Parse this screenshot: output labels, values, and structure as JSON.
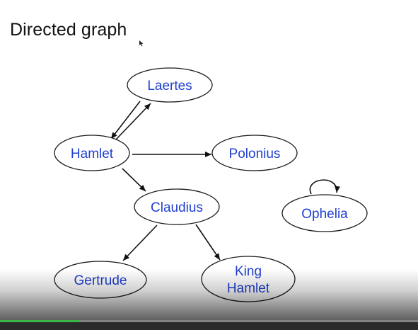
{
  "slide": {
    "title": "Directed graph"
  },
  "colors": {
    "label": "#1f3fd1",
    "edge": "#111111",
    "progress": "#3bb54a"
  },
  "graph": {
    "nodes": [
      {
        "id": "laertes",
        "lines": [
          "Laertes"
        ]
      },
      {
        "id": "hamlet",
        "lines": [
          "Hamlet"
        ]
      },
      {
        "id": "polonius",
        "lines": [
          "Polonius"
        ]
      },
      {
        "id": "claudius",
        "lines": [
          "Claudius"
        ]
      },
      {
        "id": "ophelia",
        "lines": [
          "Ophelia"
        ]
      },
      {
        "id": "gertrude",
        "lines": [
          "Gertrude"
        ]
      },
      {
        "id": "king-hamlet",
        "lines": [
          "King",
          "Hamlet"
        ]
      }
    ],
    "edges": [
      {
        "from": "laertes",
        "to": "hamlet"
      },
      {
        "from": "hamlet",
        "to": "laertes"
      },
      {
        "from": "hamlet",
        "to": "polonius"
      },
      {
        "from": "hamlet",
        "to": "claudius"
      },
      {
        "from": "claudius",
        "to": "gertrude"
      },
      {
        "from": "claudius",
        "to": "king-hamlet"
      },
      {
        "from": "ophelia",
        "to": "ophelia"
      }
    ]
  },
  "player": {
    "progress": 0.19
  }
}
